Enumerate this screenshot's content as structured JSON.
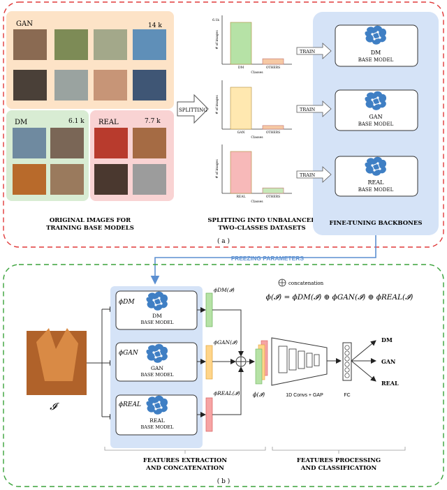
{
  "panel_a": {
    "label": "( a )",
    "groups": {
      "gan": {
        "name": "GAN",
        "count": "14 k"
      },
      "dm": {
        "name": "DM",
        "count": "6.1 k"
      },
      "real": {
        "name": "REAL",
        "count": "7.7 k"
      }
    },
    "images_caption": [
      "ORIGINAL IMAGES FOR",
      "TRAINING BASE MODELS"
    ],
    "splitting_arrow_label": "SPLITTING",
    "splitting_caption": [
      "SPLITTING INTO UNBALANCED",
      "TWO-CLASSES DATASETS"
    ],
    "chart_axis": {
      "ylabel": "# of images",
      "xlabel": "Classes",
      "ytick": "6.1k"
    },
    "train_label": "TRAIN",
    "base_models": [
      {
        "name": "DM",
        "sub": "BASE MODEL"
      },
      {
        "name": "GAN",
        "sub": "BASE MODEL"
      },
      {
        "name": "REAL",
        "sub": "BASE MODEL"
      }
    ],
    "finetune_caption": "FINE-TUNING BACKBONES"
  },
  "freezing_label": "FREEZING PARAMETERS",
  "panel_b": {
    "label": "( b )",
    "input_symbol": "𝓘",
    "concat_legend": "concatenation",
    "formula": "ϕ(𝓘) = ϕDM(𝓘) ⊕ ϕGAN(𝓘) ⊕ ϕREAL(𝓘)",
    "models": [
      {
        "phi": "ϕDM",
        "name": "DM",
        "sub": "BASE MODEL",
        "feat": "ϕDM(𝓘)"
      },
      {
        "phi": "ϕGAN",
        "name": "GAN",
        "sub": "BASE MODEL",
        "feat": "ϕGAN(𝓘)"
      },
      {
        "phi": "ϕREAL",
        "name": "REAL",
        "sub": "BASE MODEL",
        "feat": "ϕREAL(𝓘)"
      }
    ],
    "concat_feature": "ϕ(𝓘)",
    "conv_label": "1D Convs + GAP",
    "fc_label": "FC",
    "outputs": [
      "DM",
      "GAN",
      "REAL"
    ],
    "extraction_caption": [
      "FEATURES EXTRACTION",
      "AND CONCATENATION"
    ],
    "processing_caption": [
      "FEATURES PROCESSING",
      "AND CLASSIFICATION"
    ]
  },
  "chart_data": [
    {
      "type": "bar",
      "title": "",
      "ylabel": "# of images",
      "xlabel": "Classes",
      "categories": [
        "DM",
        "OTHERS"
      ],
      "values": [
        6.1,
        0.8
      ],
      "colors": [
        "#b6e2a6",
        "#f6c9a4"
      ]
    },
    {
      "type": "bar",
      "title": "",
      "ylabel": "# of images",
      "xlabel": "Classes",
      "categories": [
        "GAN",
        "OTHERS"
      ],
      "values": [
        14,
        1.2
      ],
      "colors": [
        "#ffe8b0",
        "#f6c9a4"
      ]
    },
    {
      "type": "bar",
      "title": "",
      "ylabel": "# of images",
      "xlabel": "Classes",
      "categories": [
        "REAL",
        "OTHERS"
      ],
      "values": [
        7.7,
        1.0
      ],
      "colors": [
        "#f7b9b9",
        "#c7e8b9"
      ]
    }
  ],
  "colors": {
    "gan_bg": "#fde3c7",
    "dm_bg": "#d8ecd3",
    "real_bg": "#f9d3d3",
    "finetune_bg": "#d5e3f7",
    "brain": "#3f7fc4",
    "panel_a_border": "#e03a3a",
    "panel_b_border": "#3aa23a",
    "freezing": "#5b8fd1"
  }
}
